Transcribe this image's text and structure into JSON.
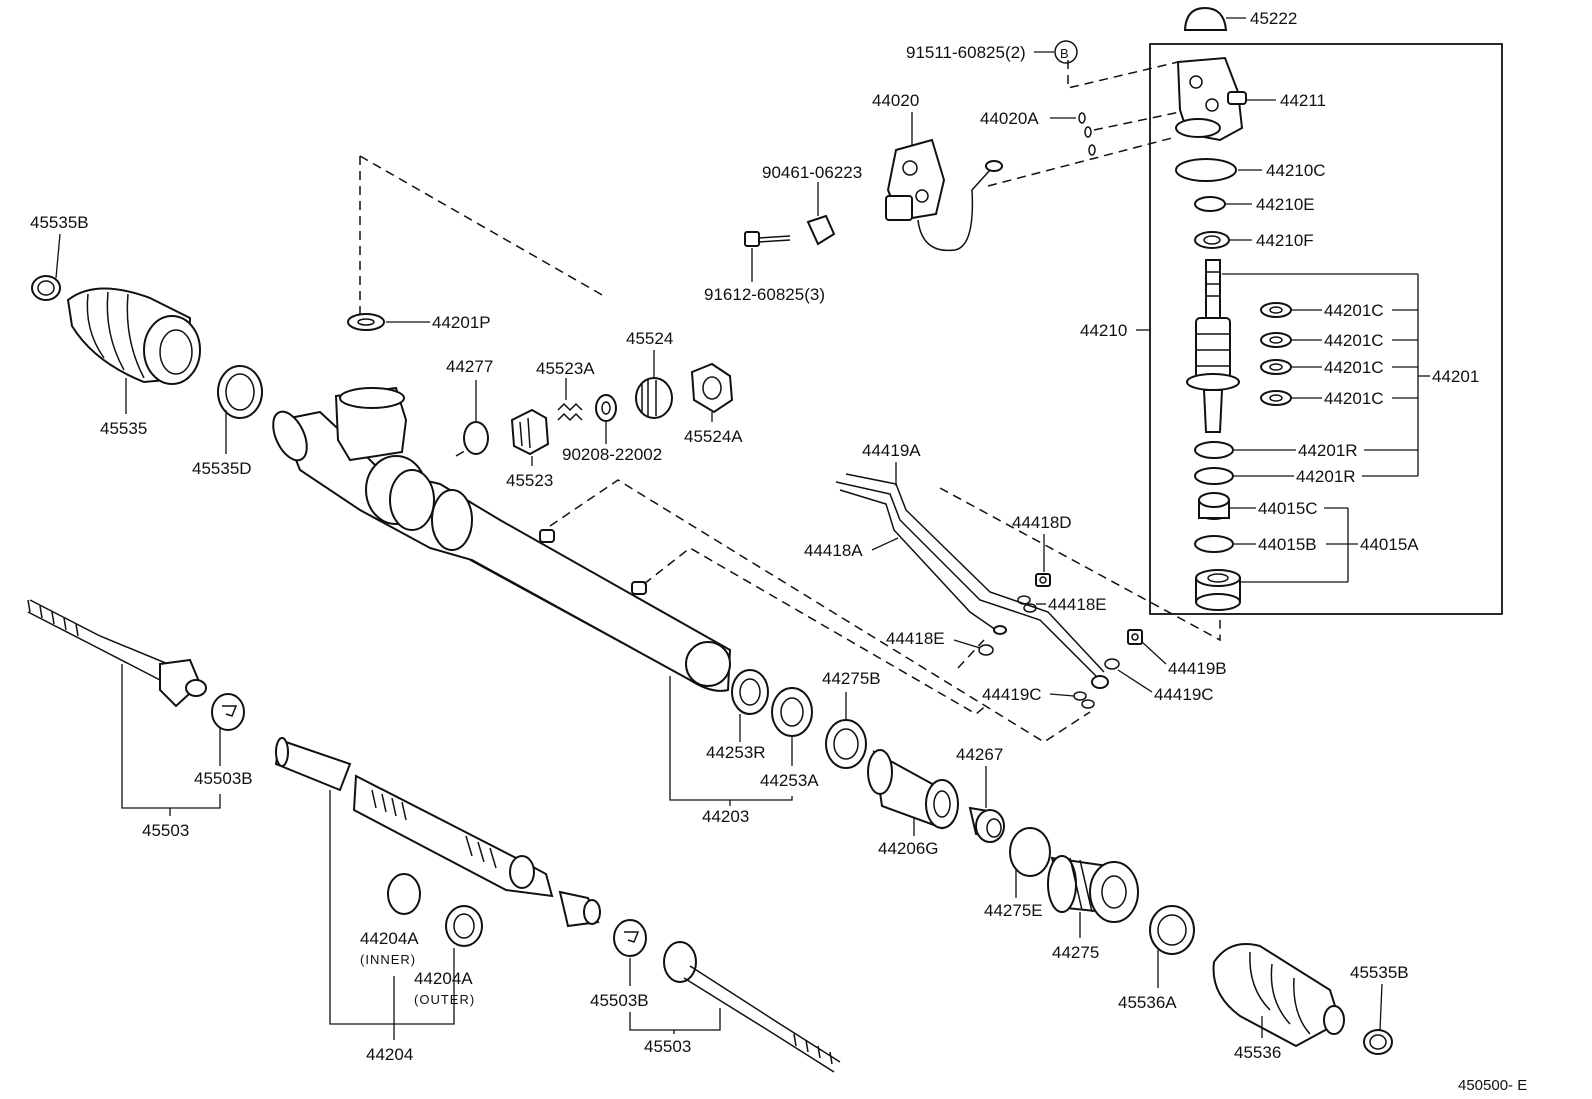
{
  "diagram_code": "450500- E",
  "callouts": {
    "c45222": "45222",
    "c91511": "91511-60825(2)",
    "cB": "B",
    "c44020": "44020",
    "c44020A": "44020A",
    "c44211": "44211",
    "c44210C": "44210C",
    "c44210E": "44210E",
    "c44210F": "44210F",
    "c90461": "90461-06223",
    "c91612": "91612-60825(3)",
    "c45535B_top": "45535B",
    "c45535": "45535",
    "c45535D": "45535D",
    "c44201P": "44201P",
    "c44277": "44277",
    "c45523A": "45523A",
    "c45524": "45524",
    "c45524A": "45524A",
    "c45523": "45523",
    "c90208": "90208-22002",
    "c44210": "44210",
    "c44201C_1": "44201C",
    "c44201C_2": "44201C",
    "c44201C_3": "44201C",
    "c44201C_4": "44201C",
    "c44201": "44201",
    "c44201R_1": "44201R",
    "c44201R_2": "44201R",
    "c44015C": "44015C",
    "c44015B": "44015B",
    "c44015A": "44015A",
    "c44419A": "44419A",
    "c44418A": "44418A",
    "c44418D": "44418D",
    "c44418E_1": "44418E",
    "c44418E_2": "44418E",
    "c44419B": "44419B",
    "c44419C_1": "44419C",
    "c44419C_2": "44419C",
    "c44275B": "44275B",
    "c44253R": "44253R",
    "c44253A": "44253A",
    "c44203": "44203",
    "c44267": "44267",
    "c44206G": "44206G",
    "c44275E": "44275E",
    "c44275": "44275",
    "c45503B_left": "45503B",
    "c45503_left": "45503",
    "c44204A_inner": "44204A",
    "c44204A_inner_note": "(INNER)",
    "c44204A_outer": "44204A",
    "c44204A_outer_note": "(OUTER)",
    "c44204": "44204",
    "c45503B_mid": "45503B",
    "c45503_mid": "45503",
    "c45536A": "45536A",
    "c45536": "45536",
    "c45535B_bottom": "45535B"
  }
}
